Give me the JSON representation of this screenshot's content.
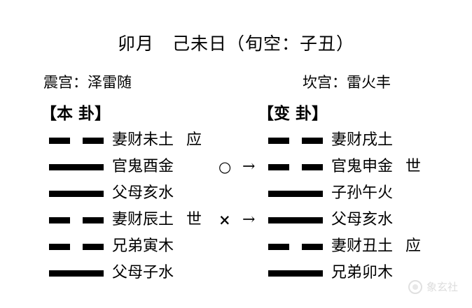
{
  "title": "卯月　己未日（旬空：子丑）",
  "left_panel": {
    "palace": "震宫：泽雷随",
    "heading": "【本 卦】",
    "lines": [
      {
        "type": "yin",
        "label": "妻财未土",
        "shiying": "应",
        "marker": "",
        "arrow": ""
      },
      {
        "type": "yang",
        "label": "官鬼酉金",
        "shiying": "",
        "marker": "○",
        "arrow": "→"
      },
      {
        "type": "yang",
        "label": "父母亥水",
        "shiying": "",
        "marker": "",
        "arrow": ""
      },
      {
        "type": "yin",
        "label": "妻财辰土",
        "shiying": "世",
        "marker": "×",
        "arrow": "→"
      },
      {
        "type": "yin",
        "label": "兄弟寅木",
        "shiying": "",
        "marker": "",
        "arrow": ""
      },
      {
        "type": "yang",
        "label": "父母子水",
        "shiying": "",
        "marker": "",
        "arrow": ""
      }
    ]
  },
  "right_panel": {
    "palace": "坎宫：雷火丰",
    "heading": "【变 卦】",
    "lines": [
      {
        "type": "yin",
        "label": "妻财戌土",
        "shiying": ""
      },
      {
        "type": "yin",
        "label": "官鬼申金",
        "shiying": "世"
      },
      {
        "type": "yang",
        "label": "子孙午火",
        "shiying": ""
      },
      {
        "type": "yang",
        "label": "父母亥水",
        "shiying": ""
      },
      {
        "type": "yin",
        "label": "妻财丑土",
        "shiying": "应"
      },
      {
        "type": "yang",
        "label": "兄弟卯木",
        "shiying": ""
      }
    ]
  },
  "watermark": {
    "text": "象玄社",
    "icon": "circle-logo-icon"
  },
  "colors": {
    "background": "#ffffff",
    "ink": "#000000",
    "watermark": "#8d8d8d"
  }
}
